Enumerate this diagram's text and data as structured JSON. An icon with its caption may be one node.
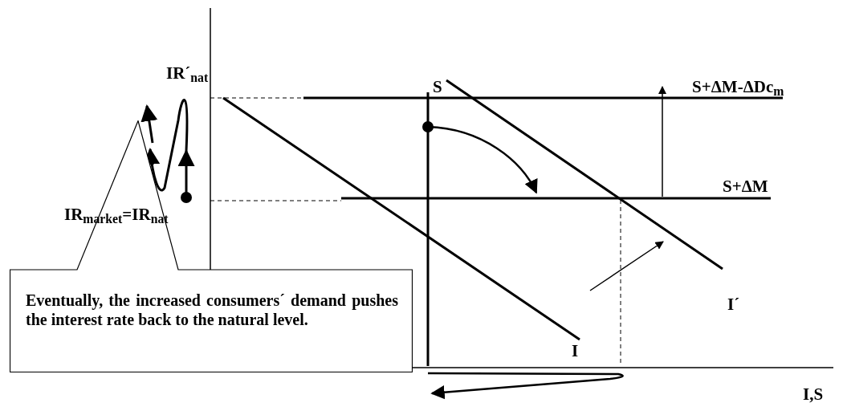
{
  "diagram": {
    "nodes": [
      {
        "text": [
          "Eventually, the increased consumers´ demand pushes the interest rate back to the natural level."
        ]
      }
    ],
    "labels": [
      "IR´$_{nat}$",
      "S",
      "S+ΔM-ΔDc$_{m}$",
      "IR$_{market}$=IR$_{nat}$",
      "S+ΔM",
      "I´",
      "I",
      "I,S"
    ]
  }
}
